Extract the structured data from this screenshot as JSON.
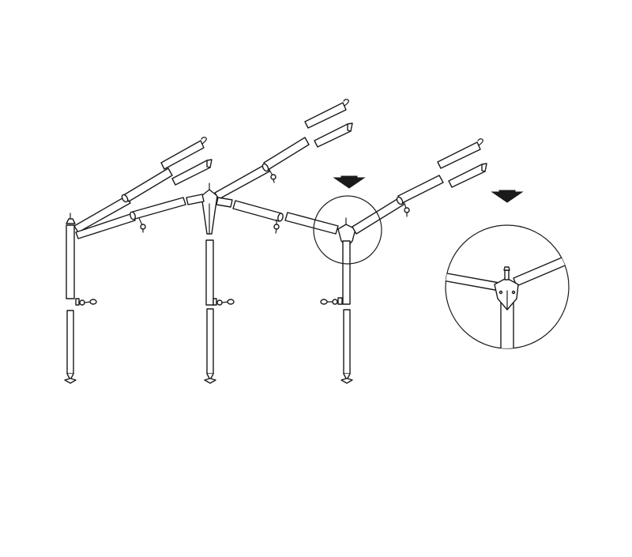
{
  "diagram": {
    "kind": "awning-frame-assembly",
    "colors": {
      "line": "#1a1a1a",
      "background": "#ffffff",
      "arrow": "#1a1a1a"
    },
    "assembly": {
      "upright_posts": 3,
      "roof_poles": 4,
      "loose_roof_poles": 6,
      "adjusting_clamps": 3,
      "roof_clamps": 4,
      "detail_arrows": 2
    },
    "detail_view": {
      "subject": "corner-joint",
      "magnified": true
    }
  }
}
